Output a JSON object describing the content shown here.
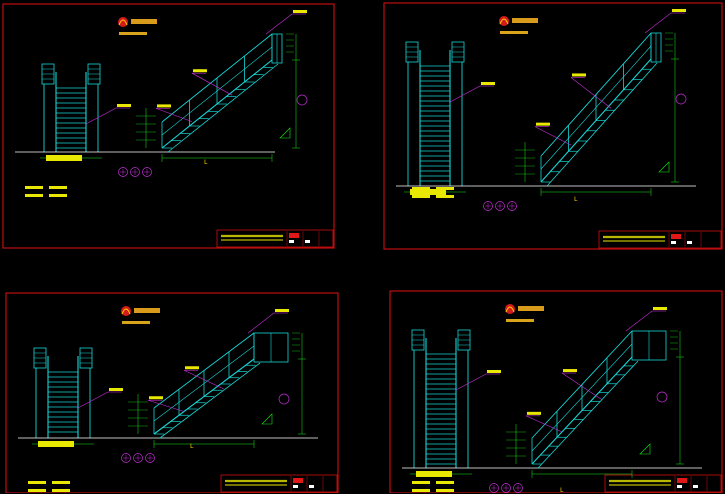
{
  "colors": {
    "background": "#000000",
    "frame": "#d01010",
    "stair": "#17d6d6",
    "dimension": "#19e619",
    "callout": "#c52fd8",
    "text": "#ffd400",
    "titleblock": "#ffffff"
  },
  "sheets": [
    {
      "id": "sheet-1",
      "logo_text": "",
      "dim_label": "L",
      "codes": []
    },
    {
      "id": "sheet-2",
      "logo_text": "",
      "dim_label": "L",
      "codes": []
    },
    {
      "id": "sheet-3",
      "logo_text": "",
      "dim_label": "L",
      "codes": []
    },
    {
      "id": "sheet-4",
      "logo_text": "",
      "dim_label": "L",
      "codes": []
    }
  ]
}
